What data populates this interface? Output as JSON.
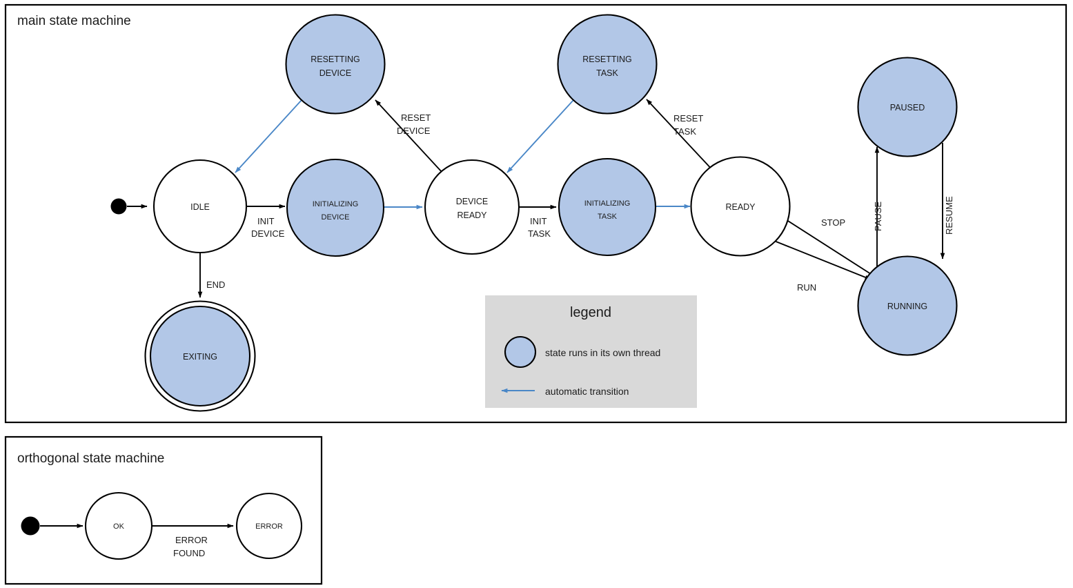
{
  "diagram": {
    "main_frame": {
      "title": "main state machine"
    },
    "orthogonal_frame": {
      "title": "orthogonal state machine"
    },
    "states": {
      "resetting_device": {
        "line1": "RESETTING",
        "line2": "DEVICE",
        "thread": true
      },
      "resetting_task": {
        "line1": "RESETTING",
        "line2": "TASK",
        "thread": true
      },
      "idle": {
        "line1": "IDLE",
        "thread": false
      },
      "initializing_device": {
        "line1": "INITIALIZING",
        "line2": "DEVICE",
        "thread": true
      },
      "device_ready": {
        "line1": "DEVICE",
        "line2": "READY",
        "thread": false
      },
      "initializing_task": {
        "line1": "INITIALIZING",
        "line2": "TASK",
        "thread": true
      },
      "ready": {
        "line1": "READY",
        "thread": false
      },
      "paused": {
        "line1": "PAUSED",
        "thread": true
      },
      "running": {
        "line1": "RUNNING",
        "thread": true
      },
      "exiting": {
        "line1": "EXITING",
        "thread": true,
        "final": true
      },
      "ok": {
        "line1": "OK",
        "thread": false
      },
      "error": {
        "line1": "ERROR",
        "thread": false
      }
    },
    "transitions": {
      "init_device": {
        "line1": "INIT",
        "line2": "DEVICE"
      },
      "reset_device": {
        "line1": "RESET",
        "line2": "DEVICE"
      },
      "init_task": {
        "line1": "INIT",
        "line2": "TASK"
      },
      "reset_task": {
        "line1": "RESET",
        "line2": "TASK"
      },
      "end": {
        "line1": "END"
      },
      "run": {
        "line1": "RUN"
      },
      "stop": {
        "line1": "STOP"
      },
      "pause": {
        "line1": "PAUSE"
      },
      "resume": {
        "line1": "RESUME"
      },
      "error_found": {
        "line1": "ERROR",
        "line2": "FOUND"
      }
    },
    "legend": {
      "title": "legend",
      "thread_text": "state runs in its own thread",
      "auto_text": "automatic transition"
    },
    "colors": {
      "thread_fill": "#b2c7e7",
      "auto_arrow": "#4a87c7",
      "legend_bg": "#d9d9d9",
      "stroke": "#000000",
      "page_bg": "#ffffff"
    }
  }
}
